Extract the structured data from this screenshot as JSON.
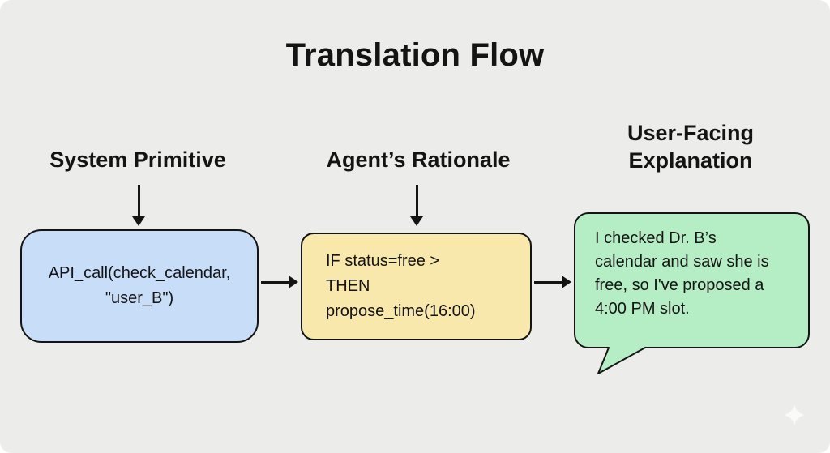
{
  "title": "Translation Flow",
  "columns": {
    "system": {
      "label": "System Primitive",
      "code_line1": "API_call(check_calendar,",
      "code_line2": "\"user_B\")"
    },
    "rationale": {
      "label": "Agent’s Rationale",
      "code_line1": "IF status=free >",
      "code_line2": "THEN",
      "code_line3": "propose_time(16:00)"
    },
    "explanation": {
      "label": "User-Facing Explanation",
      "bubble_text": "I checked Dr. B’s calendar and saw she is free, so I've proposed a 4:00 PM slot."
    }
  },
  "colors": {
    "background": "#ecedeb",
    "box1_fill": "#c8ddf8",
    "box2_fill": "#f9e8ac",
    "box3_fill": "#b5edc5",
    "stroke": "#141414"
  },
  "icons": {
    "sparkle_glyph": "✦"
  }
}
